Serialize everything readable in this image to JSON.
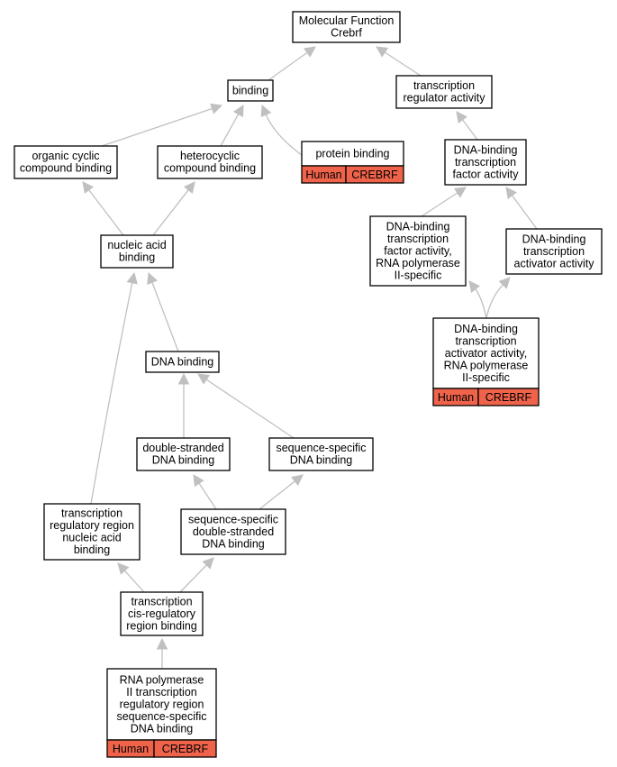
{
  "colors": {
    "annotation_fill": "#f0634b",
    "edge": "#c0c0c0",
    "node_border": "#000000"
  },
  "nodes": {
    "molecular_function": {
      "lines": [
        "Molecular Function",
        "Crebrf"
      ]
    },
    "binding": {
      "lines": [
        "binding"
      ]
    },
    "transcription_regulator_activity": {
      "lines": [
        "transcription",
        "regulator activity"
      ]
    },
    "organic_cyclic_compound_binding": {
      "lines": [
        "organic cyclic",
        "compound binding"
      ]
    },
    "heterocyclic_compound_binding": {
      "lines": [
        "heterocyclic",
        "compound binding"
      ]
    },
    "protein_binding": {
      "lines": [
        "protein binding"
      ],
      "annotation": [
        "Human",
        "CREBRF"
      ]
    },
    "dna_binding_tf_activity": {
      "lines": [
        "DNA-binding",
        "transcription",
        "factor activity"
      ]
    },
    "nucleic_acid_binding": {
      "lines": [
        "nucleic acid",
        "binding"
      ]
    },
    "dna_binding_tf_activity_rnap2": {
      "lines": [
        "DNA-binding",
        "transcription",
        "factor activity,",
        "RNA polymerase",
        "II-specific"
      ]
    },
    "dna_binding_tf_activator_activity": {
      "lines": [
        "DNA-binding",
        "transcription",
        "activator activity"
      ]
    },
    "dna_binding_tf_activator_activity_rnap2": {
      "lines": [
        "DNA-binding",
        "transcription",
        "activator activity,",
        "RNA polymerase",
        "II-specific"
      ],
      "annotation": [
        "Human",
        "CREBRF"
      ]
    },
    "dna_binding": {
      "lines": [
        "DNA binding"
      ]
    },
    "double_stranded_dna_binding": {
      "lines": [
        "double-stranded",
        "DNA binding"
      ]
    },
    "sequence_specific_dna_binding": {
      "lines": [
        "sequence-specific",
        "DNA binding"
      ]
    },
    "transcription_regulatory_region_nucleic_acid_binding": {
      "lines": [
        "transcription",
        "regulatory region",
        "nucleic acid",
        "binding"
      ]
    },
    "sequence_specific_double_stranded_dna_binding": {
      "lines": [
        "sequence-specific",
        "double-stranded",
        "DNA binding"
      ]
    },
    "transcription_cis_regulatory_region_binding": {
      "lines": [
        "transcription",
        "cis-regulatory",
        "region binding"
      ]
    },
    "rnap2_transcription_regulatory_region_ss_dna_binding": {
      "lines": [
        "RNA polymerase",
        "II transcription",
        "regulatory region",
        "sequence-specific",
        "DNA binding"
      ],
      "annotation": [
        "Human",
        "CREBRF"
      ]
    }
  },
  "edges": [
    {
      "from": "binding",
      "to": "molecular_function"
    },
    {
      "from": "transcription_regulator_activity",
      "to": "molecular_function"
    },
    {
      "from": "organic_cyclic_compound_binding",
      "to": "binding"
    },
    {
      "from": "heterocyclic_compound_binding",
      "to": "binding"
    },
    {
      "from": "protein_binding",
      "to": "binding"
    },
    {
      "from": "dna_binding_tf_activity",
      "to": "transcription_regulator_activity"
    },
    {
      "from": "nucleic_acid_binding",
      "to": "organic_cyclic_compound_binding"
    },
    {
      "from": "nucleic_acid_binding",
      "to": "heterocyclic_compound_binding"
    },
    {
      "from": "dna_binding_tf_activity_rnap2",
      "to": "dna_binding_tf_activity"
    },
    {
      "from": "dna_binding_tf_activator_activity",
      "to": "dna_binding_tf_activity"
    },
    {
      "from": "dna_binding_tf_activator_activity_rnap2",
      "to": "dna_binding_tf_activity_rnap2"
    },
    {
      "from": "dna_binding_tf_activator_activity_rnap2",
      "to": "dna_binding_tf_activator_activity"
    },
    {
      "from": "dna_binding",
      "to": "nucleic_acid_binding"
    },
    {
      "from": "transcription_regulatory_region_nucleic_acid_binding",
      "to": "nucleic_acid_binding"
    },
    {
      "from": "double_stranded_dna_binding",
      "to": "dna_binding"
    },
    {
      "from": "sequence_specific_dna_binding",
      "to": "dna_binding"
    },
    {
      "from": "sequence_specific_double_stranded_dna_binding",
      "to": "double_stranded_dna_binding"
    },
    {
      "from": "sequence_specific_double_stranded_dna_binding",
      "to": "sequence_specific_dna_binding"
    },
    {
      "from": "transcription_cis_regulatory_region_binding",
      "to": "transcription_regulatory_region_nucleic_acid_binding"
    },
    {
      "from": "transcription_cis_regulatory_region_binding",
      "to": "sequence_specific_double_stranded_dna_binding"
    },
    {
      "from": "rnap2_transcription_regulatory_region_ss_dna_binding",
      "to": "transcription_cis_regulatory_region_binding"
    }
  ]
}
